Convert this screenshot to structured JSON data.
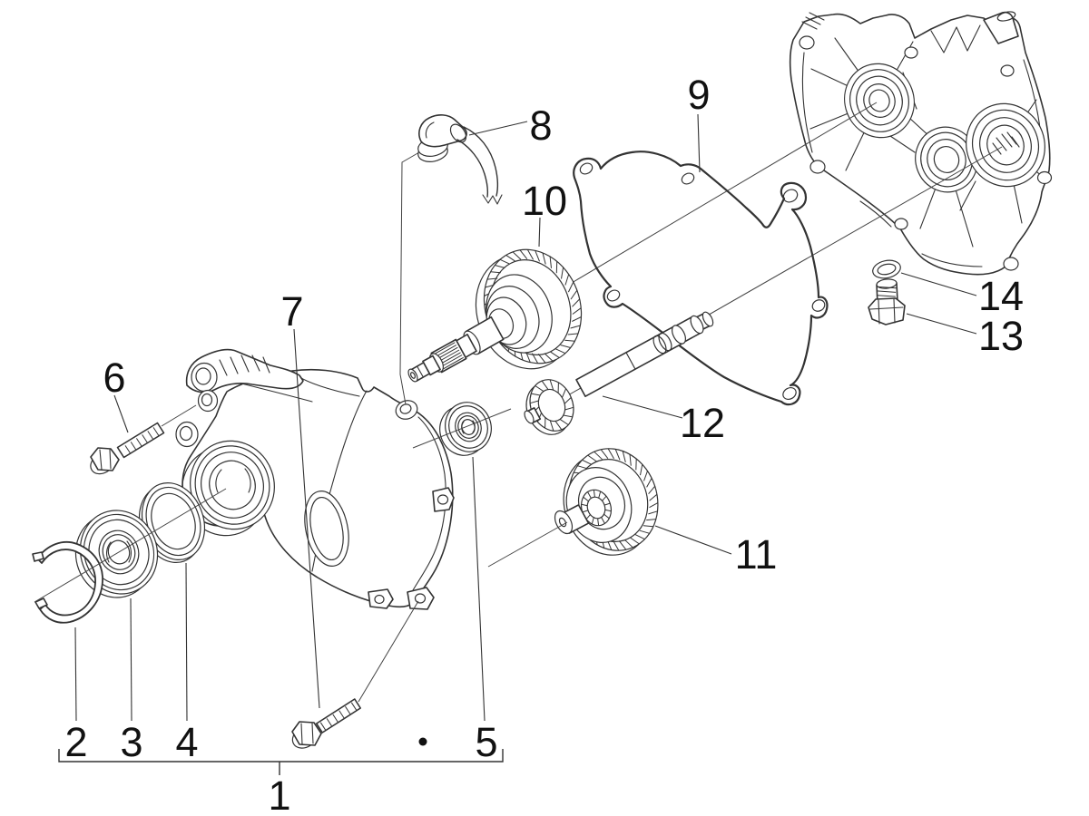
{
  "diagram": {
    "description_colors": {
      "line": "#333333",
      "background": "#ffffff",
      "text": "#111111"
    },
    "labels": [
      {
        "id": "part-1",
        "text": "1"
      },
      {
        "id": "part-2",
        "text": "2"
      },
      {
        "id": "part-3",
        "text": "3"
      },
      {
        "id": "part-4",
        "text": "4"
      },
      {
        "id": "part-5",
        "text": "5"
      },
      {
        "id": "part-6",
        "text": "6"
      },
      {
        "id": "part-7",
        "text": "7"
      },
      {
        "id": "part-8",
        "text": "8"
      },
      {
        "id": "part-9",
        "text": "9"
      },
      {
        "id": "part-10",
        "text": "10"
      },
      {
        "id": "part-11",
        "text": "11"
      },
      {
        "id": "part-12",
        "text": "12"
      },
      {
        "id": "part-13",
        "text": "13"
      },
      {
        "id": "part-14",
        "text": "14"
      }
    ]
  }
}
